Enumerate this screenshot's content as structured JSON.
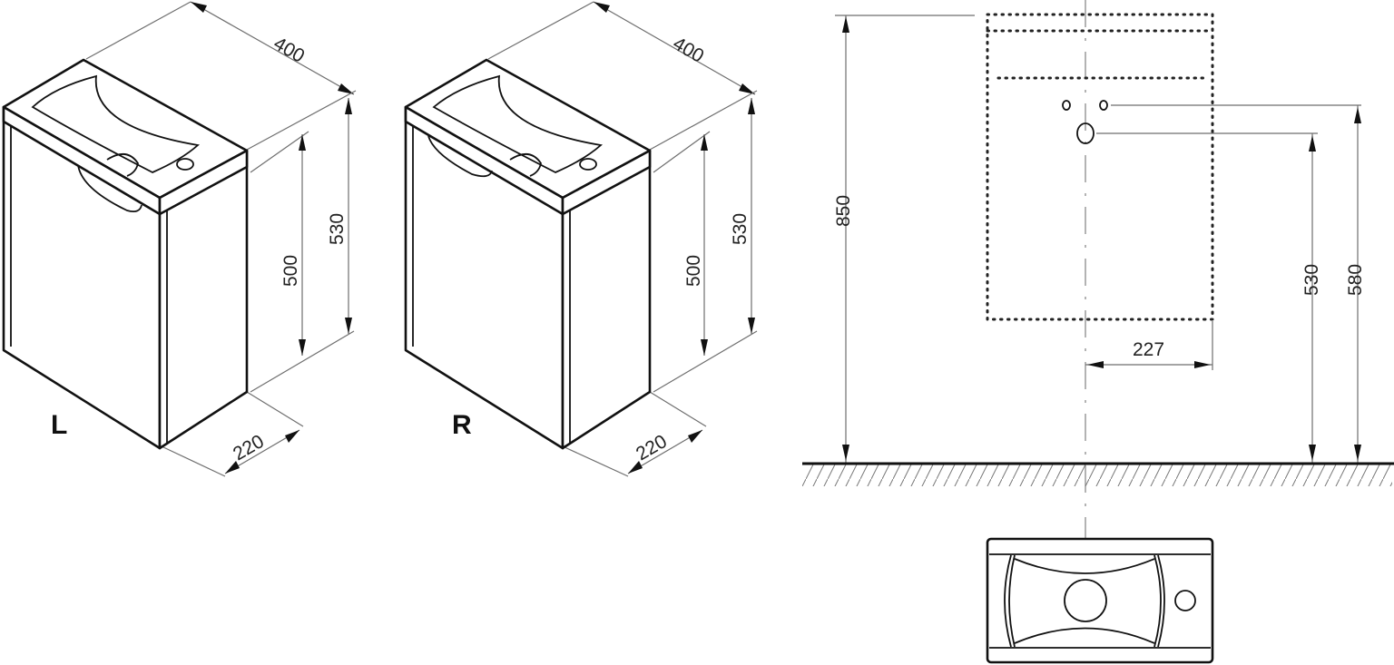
{
  "views": {
    "left_variant": {
      "label": "L",
      "dims": {
        "width": "400",
        "depth": "220",
        "cabinet_height": "500",
        "total_height": "530"
      }
    },
    "right_variant": {
      "label": "R",
      "dims": {
        "width": "400",
        "depth": "220",
        "cabinet_height": "500",
        "total_height": "530"
      }
    },
    "elevation": {
      "dims": {
        "top_height": "850",
        "drain_height": "530",
        "supply_height": "580",
        "drain_offset": "227"
      }
    },
    "top_view": {}
  },
  "colors": {
    "line": "#111111",
    "dimension": "#6e6e6e",
    "background": "#ffffff"
  }
}
